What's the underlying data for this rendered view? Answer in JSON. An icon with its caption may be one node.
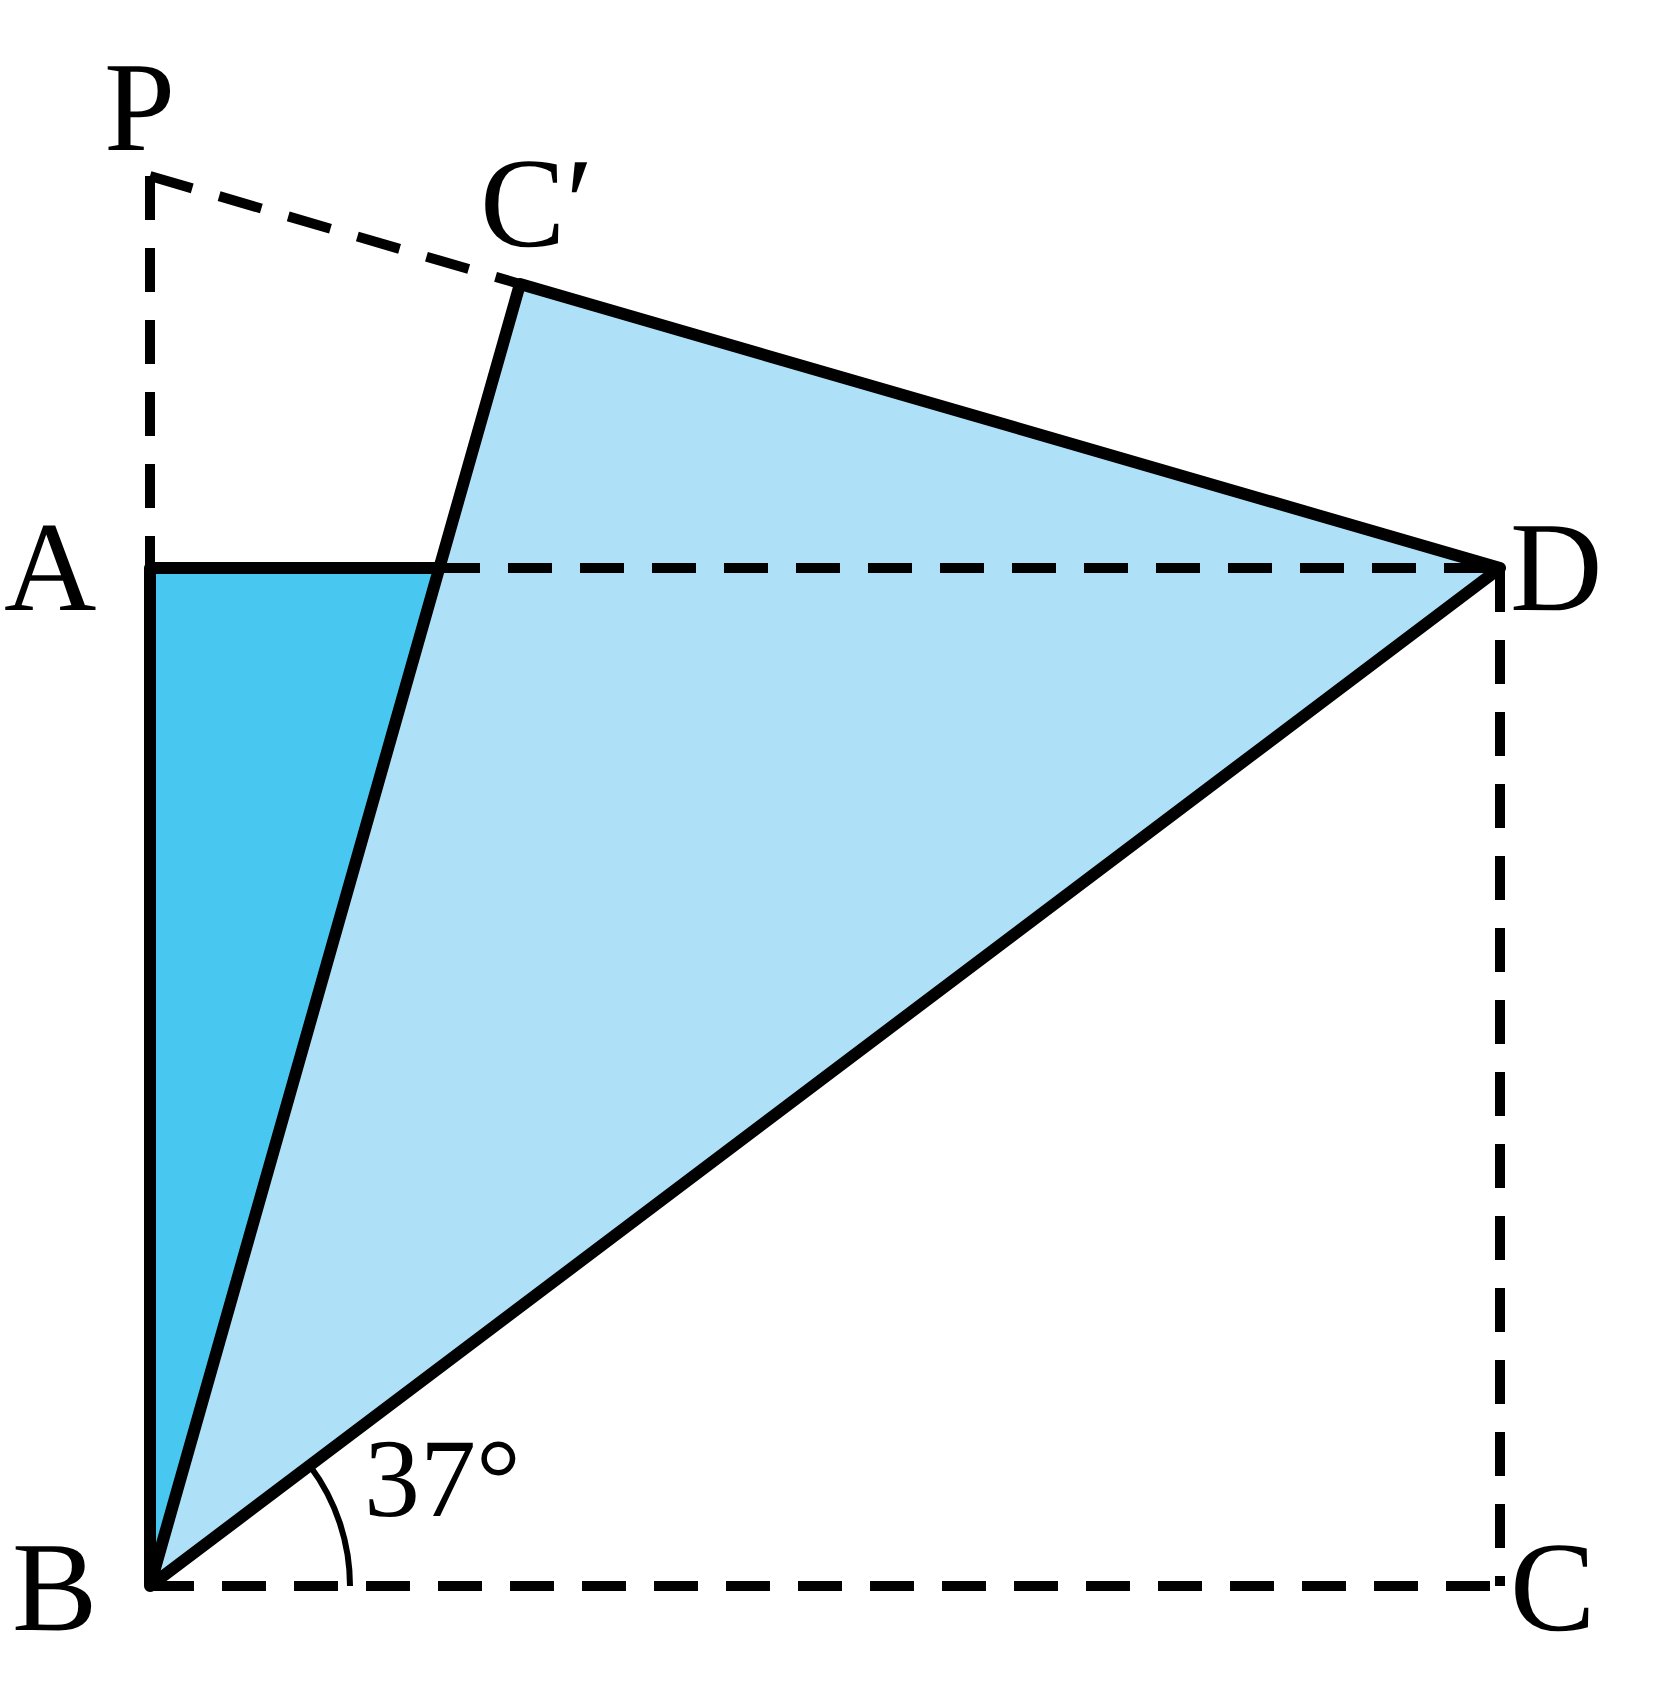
{
  "diagram": {
    "labels": [
      "P",
      "C′",
      "A",
      "D",
      "B",
      "C",
      "37°"
    ]
  }
}
